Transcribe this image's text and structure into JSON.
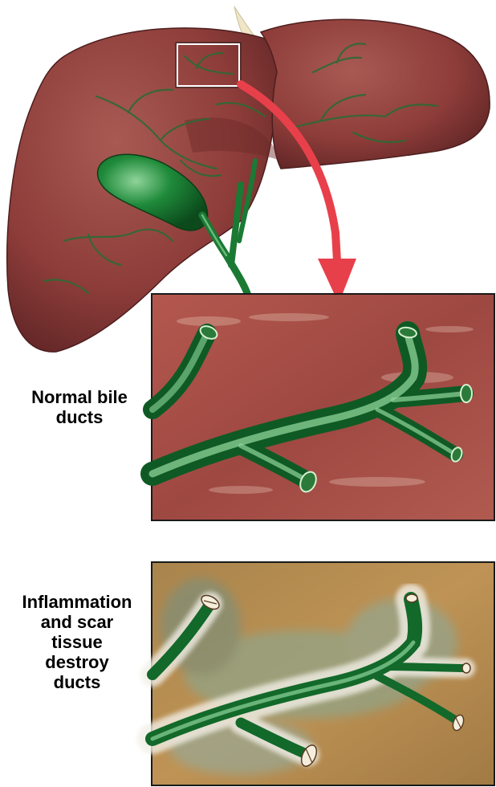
{
  "labels": {
    "normal": "Normal bile\nducts",
    "inflamed": "Inflammation\nand scar\ntissue\ndestroy\nducts"
  },
  "colors": {
    "liver": "#8e3d3a",
    "liver_dark": "#6a2a29",
    "duct_green": "#1f7a32",
    "duct_light": "#7cc38a",
    "arrow_red": "#e8404a",
    "normal_tissue": "#a44a44",
    "scarred_tissue": "#b58a4e",
    "ligament": "#efe6c8"
  },
  "icons": [
    "liver-illustration",
    "zoom-arrow",
    "healthy-duct-panel",
    "damaged-duct-panel"
  ]
}
